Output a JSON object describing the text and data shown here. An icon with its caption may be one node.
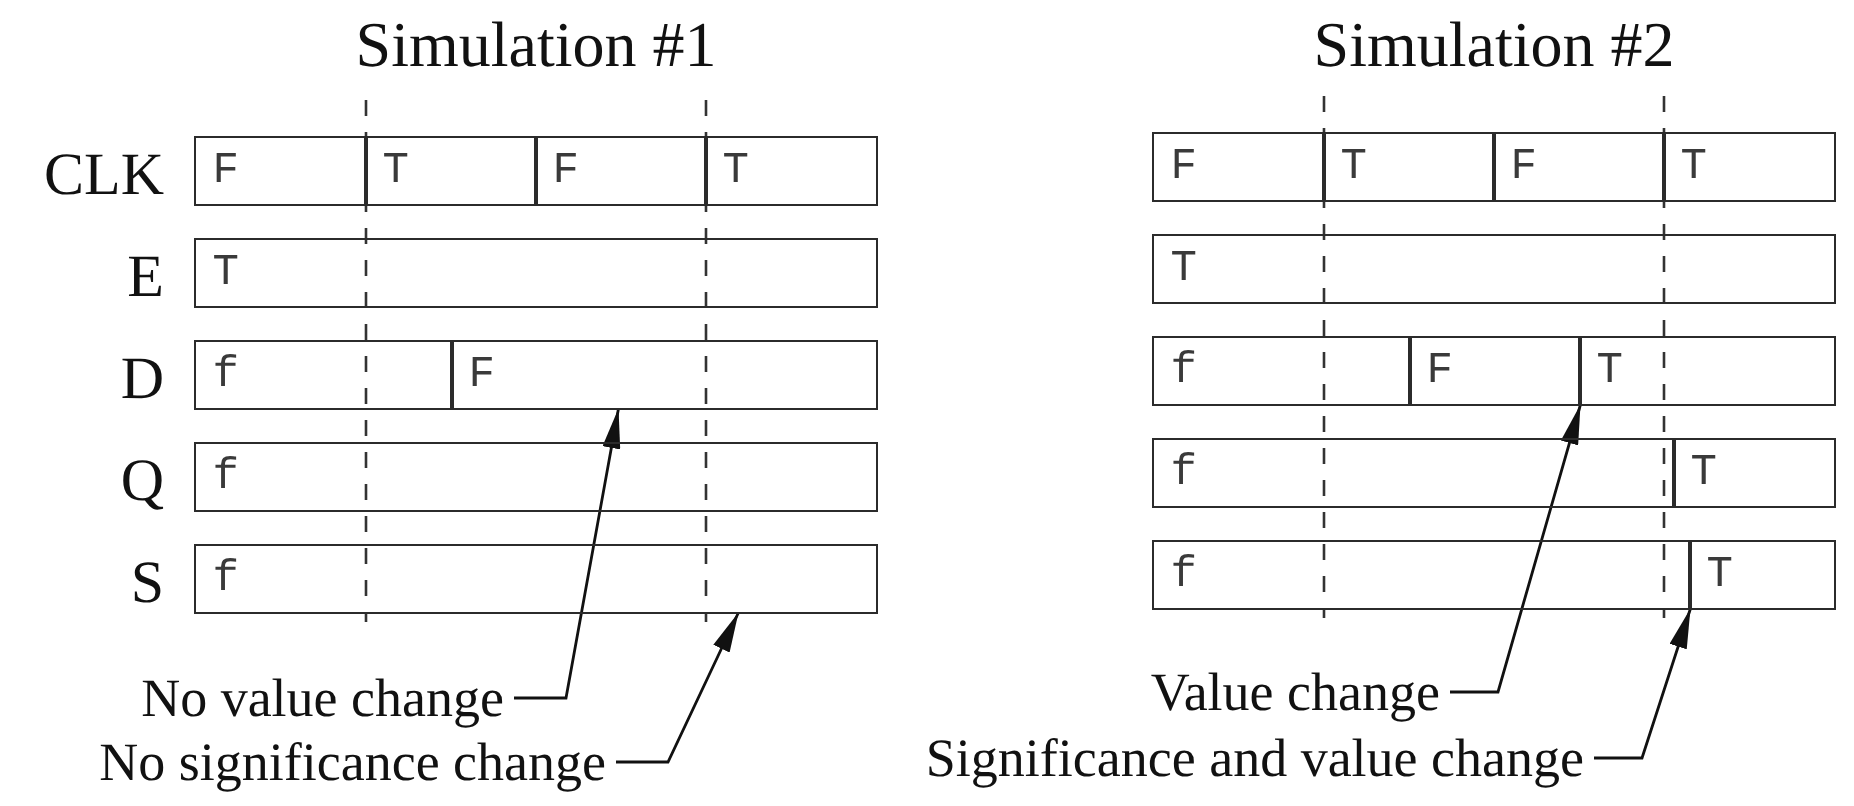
{
  "diagram": {
    "nodes": [
      {
        "text": [
          "F"
        ]
      },
      {
        "text": [
          "T"
        ]
      },
      {
        "text": [
          "F"
        ]
      },
      {
        "text": [
          "T"
        ]
      },
      {
        "text": [
          "T"
        ]
      },
      {
        "text": [
          "f"
        ]
      },
      {
        "text": [
          "F"
        ]
      },
      {
        "text": [
          "f"
        ]
      },
      {
        "text": [
          "f"
        ]
      },
      {
        "text": [
          "No value change"
        ]
      },
      {
        "text": [
          "No significance change"
        ]
      },
      {
        "text": [
          "F"
        ]
      },
      {
        "text": [
          "T"
        ]
      },
      {
        "text": [
          "F"
        ]
      },
      {
        "text": [
          "T"
        ]
      },
      {
        "text": [
          "T"
        ]
      },
      {
        "text": [
          "f"
        ]
      },
      {
        "text": [
          "F"
        ]
      },
      {
        "text": [
          "T"
        ]
      },
      {
        "text": [
          "f"
        ]
      },
      {
        "text": [
          "T"
        ]
      },
      {
        "text": [
          "f"
        ]
      },
      {
        "text": [
          "T"
        ]
      },
      {
        "text": [
          "Value change"
        ]
      },
      {
        "text": [
          "Significance and value change"
        ]
      }
    ],
    "edges": [
      {
        "from": 9,
        "to": 6,
        "arrow": "to"
      },
      {
        "from": 10,
        "to": 8,
        "arrow": "to"
      },
      {
        "from": 23,
        "to": 18,
        "arrow": "to"
      },
      {
        "from": 24,
        "to": 22,
        "arrow": "to"
      }
    ],
    "labels": [
      "Simulation #1",
      "Simulation #2",
      "CLK",
      "E",
      "D",
      "Q",
      "S"
    ]
  }
}
